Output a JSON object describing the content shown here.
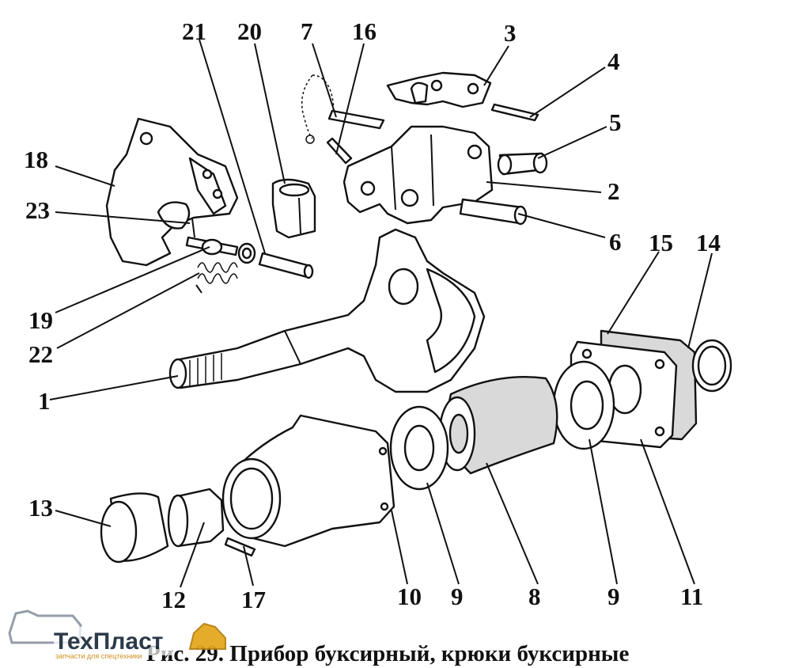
{
  "caption": "Рис. 29. Прибор буксирный, крюки буксирные",
  "logo": {
    "name": "ТехПласт",
    "tagline": "запчасти для спецтехники"
  },
  "labels": {
    "l1": "1",
    "l2": "2",
    "l3": "3",
    "l4": "4",
    "l5": "5",
    "l6": "6",
    "l7": "7",
    "l8": "8",
    "l9a": "9",
    "l9b": "9",
    "l10": "10",
    "l11": "11",
    "l12": "12",
    "l13": "13",
    "l14": "14",
    "l15": "15",
    "l16": "16",
    "l17": "17",
    "l18": "18",
    "l19": "19",
    "l20": "20",
    "l21": "21",
    "l22": "22",
    "l23": "23"
  }
}
